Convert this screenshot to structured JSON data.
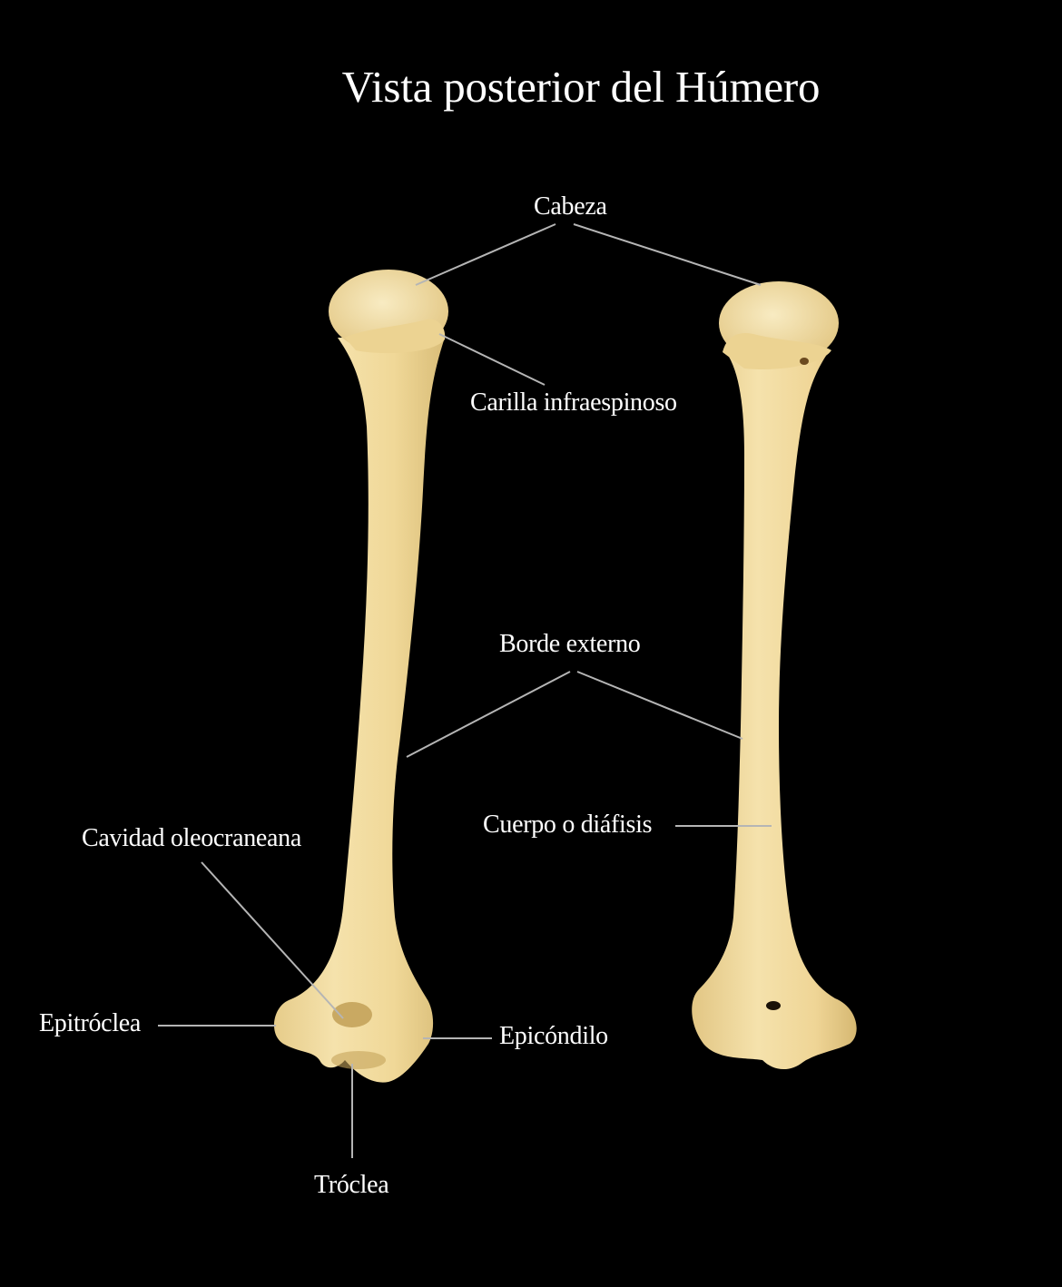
{
  "title": "Vista posterior del Húmero",
  "labels": {
    "cabeza": "Cabeza",
    "carilla": "Carilla infraespinoso",
    "borde": "Borde externo",
    "cuerpo": "Cuerpo o diáfisis",
    "cavidad": "Cavidad oleocraneana",
    "epitroclea": "Epitróclea",
    "epicondilo": "Epicóndilo",
    "troclea": "Tróclea"
  },
  "colors": {
    "background": "#000000",
    "bone": "#f1dba0",
    "bone_shadow": "#d9bd78",
    "leader_line": "#b5b5b5",
    "text": "#ffffff"
  }
}
